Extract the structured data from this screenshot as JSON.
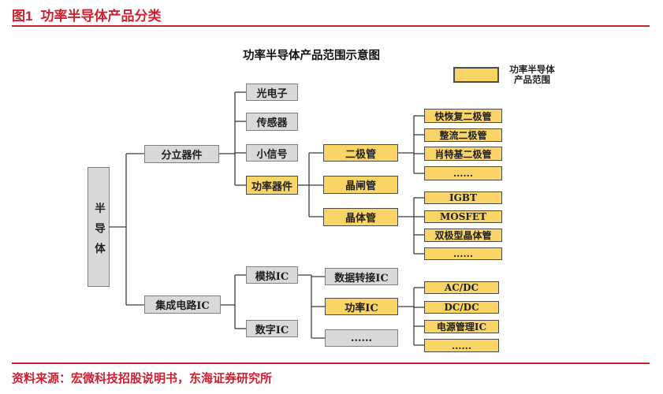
{
  "header": {
    "figure_label": "图1",
    "figure_title": "功率半导体产品分类"
  },
  "diagram": {
    "title": "功率半导体产品范围示意图",
    "legend": {
      "swatch": "yellow-box",
      "label_line1": "功率半导体",
      "label_line2": "产品范围"
    },
    "nodes": [
      {
        "id": "semiconductor",
        "label": "半导体",
        "kind": "gray",
        "vertical": true
      },
      {
        "id": "discrete-device",
        "label": "分立器件",
        "kind": "gray"
      },
      {
        "id": "integrated-circuit",
        "label": "集成电路IC",
        "kind": "gray"
      },
      {
        "id": "optoelectronics",
        "label": "光电子",
        "kind": "gray"
      },
      {
        "id": "sensor",
        "label": "传感器",
        "kind": "gray"
      },
      {
        "id": "small-signal",
        "label": "小信号",
        "kind": "gray"
      },
      {
        "id": "power-device",
        "label": "功率器件",
        "kind": "yellow"
      },
      {
        "id": "diode",
        "label": "二极管",
        "kind": "yellow"
      },
      {
        "id": "thyristor",
        "label": "晶闸管",
        "kind": "yellow"
      },
      {
        "id": "transistor",
        "label": "晶体管",
        "kind": "yellow"
      },
      {
        "id": "fast-recovery-diode",
        "label": "快恢复二极管",
        "kind": "yellow"
      },
      {
        "id": "rectifier-diode",
        "label": "整流二极管",
        "kind": "yellow"
      },
      {
        "id": "schottky-diode",
        "label": "肖特基二极管",
        "kind": "yellow"
      },
      {
        "id": "diode-more",
        "label": "......",
        "kind": "yellow"
      },
      {
        "id": "igbt",
        "label": "IGBT",
        "kind": "yellow"
      },
      {
        "id": "mosfet",
        "label": "MOSFET",
        "kind": "yellow"
      },
      {
        "id": "bipolar-transistor",
        "label": "双极型晶体管",
        "kind": "yellow"
      },
      {
        "id": "transistor-more",
        "label": "......",
        "kind": "yellow"
      },
      {
        "id": "analog-ic",
        "label": "模拟IC",
        "kind": "gray"
      },
      {
        "id": "digital-ic",
        "label": "数字IC",
        "kind": "gray"
      },
      {
        "id": "data-conversion-ic",
        "label": "数据转接IC",
        "kind": "gray"
      },
      {
        "id": "power-ic",
        "label": "功率IC",
        "kind": "yellow"
      },
      {
        "id": "ic-more",
        "label": "......",
        "kind": "gray"
      },
      {
        "id": "ac-dc",
        "label": "AC/DC",
        "kind": "yellow"
      },
      {
        "id": "dc-dc",
        "label": "DC/DC",
        "kind": "yellow"
      },
      {
        "id": "power-management-ic",
        "label": "电源管理IC",
        "kind": "yellow"
      },
      {
        "id": "power-ic-more",
        "label": "......",
        "kind": "yellow"
      }
    ]
  },
  "footer": {
    "source": "资料来源：宏微科技招股说明书，东海证券研究所"
  },
  "colors": {
    "accent_red": "#cf2030",
    "node_yellow": "#f9d467",
    "node_gray": "#d9d9d9",
    "connector": "#3c3c3c"
  }
}
